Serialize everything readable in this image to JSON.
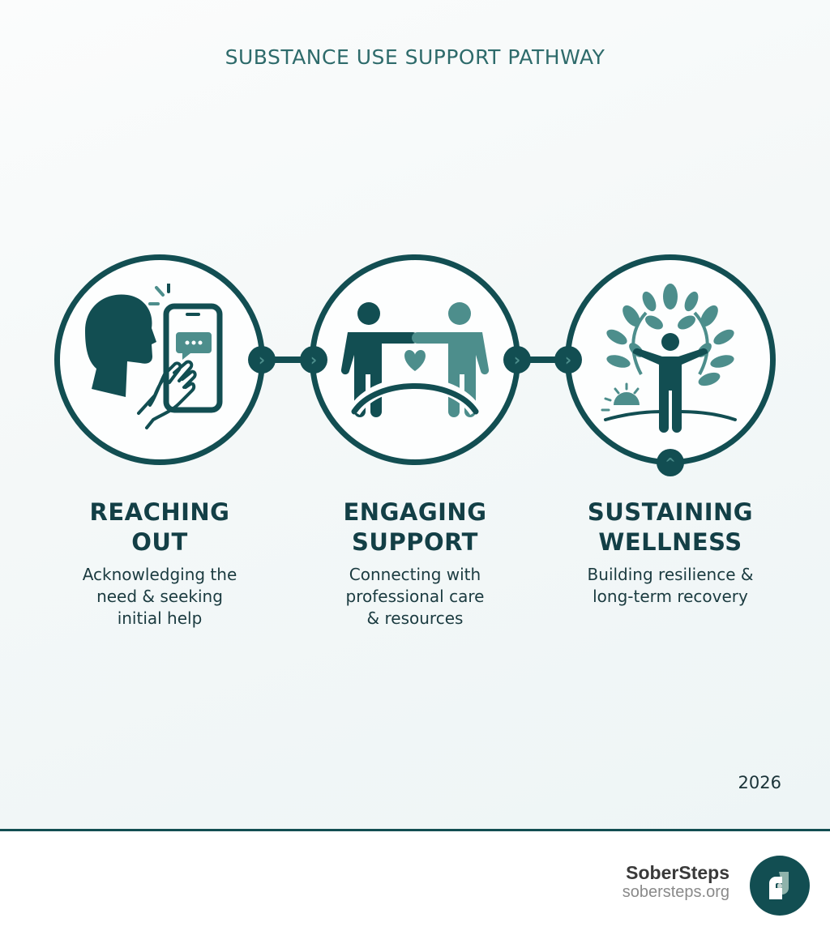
{
  "title": "SUBSTANCE USE SUPPORT PATHWAY",
  "colors": {
    "primary": "#124e52",
    "accent": "#4d8e8c",
    "text": "#133f46",
    "background": "#f4f8f8"
  },
  "steps": [
    {
      "title_line1": "REACHING",
      "title_line2": "OUT",
      "desc_line1": "Acknowledging the",
      "desc_line2": "need & seeking",
      "desc_line3": "initial help",
      "icon": "person-speaking-phone-icon"
    },
    {
      "title_line1": "ENGAGING",
      "title_line2": "SUPPORT",
      "desc_line1": "Connecting with",
      "desc_line2": "professional care",
      "desc_line3": "& resources",
      "icon": "two-people-heart-bridge-icon"
    },
    {
      "title_line1": "SUSTAINING",
      "title_line2": "WELLNESS",
      "desc_line1": "Building resilience &",
      "desc_line2": "long-term recovery",
      "desc_line3": "",
      "icon": "person-tree-sunrise-icon"
    }
  ],
  "connectors": {
    "arrow_glyph": "›",
    "up_glyph": "^"
  },
  "year": "2026",
  "footer": {
    "brand_name": "SoberSteps",
    "brand_url": "sobersteps.org",
    "logo_icon": "sobersteps-logo-icon"
  }
}
